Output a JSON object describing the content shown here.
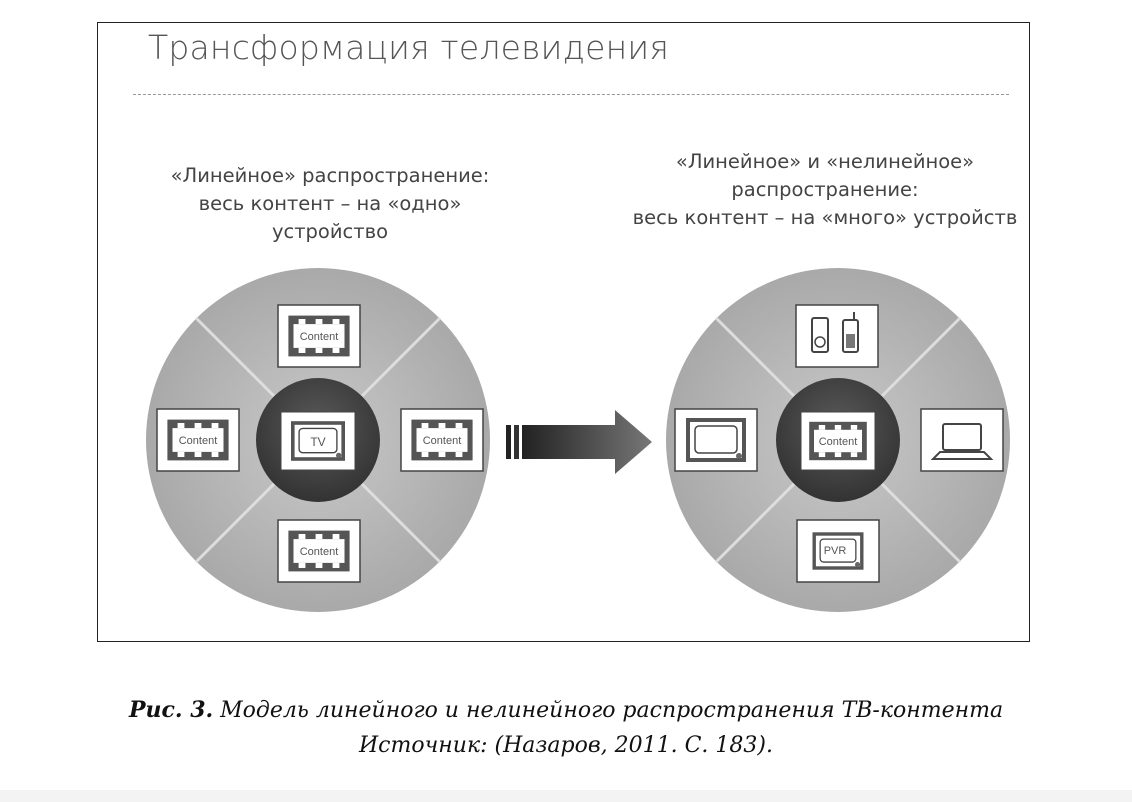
{
  "figure": {
    "title": "Трансформация телевидения",
    "left": {
      "heading_line1": "«Линейное» распространение:",
      "heading_line2": "весь контент – на «одно» устройство",
      "center_label": "TV",
      "outer_labels": [
        "Content",
        "Content",
        "Content",
        "Content"
      ]
    },
    "right": {
      "heading_line1": "«Линейное» и «нелинейное»",
      "heading_line2": "распространение:",
      "heading_line3": "весь контент – на «много» устройств",
      "center_label": "Content",
      "bottom_label": "PVR"
    }
  },
  "caption": {
    "label": "Рис. 3.",
    "text": " Модель линейного и нелинейного распространения ТВ-контента",
    "source": "Источник: (Назаров, 2011. С. 183)."
  }
}
